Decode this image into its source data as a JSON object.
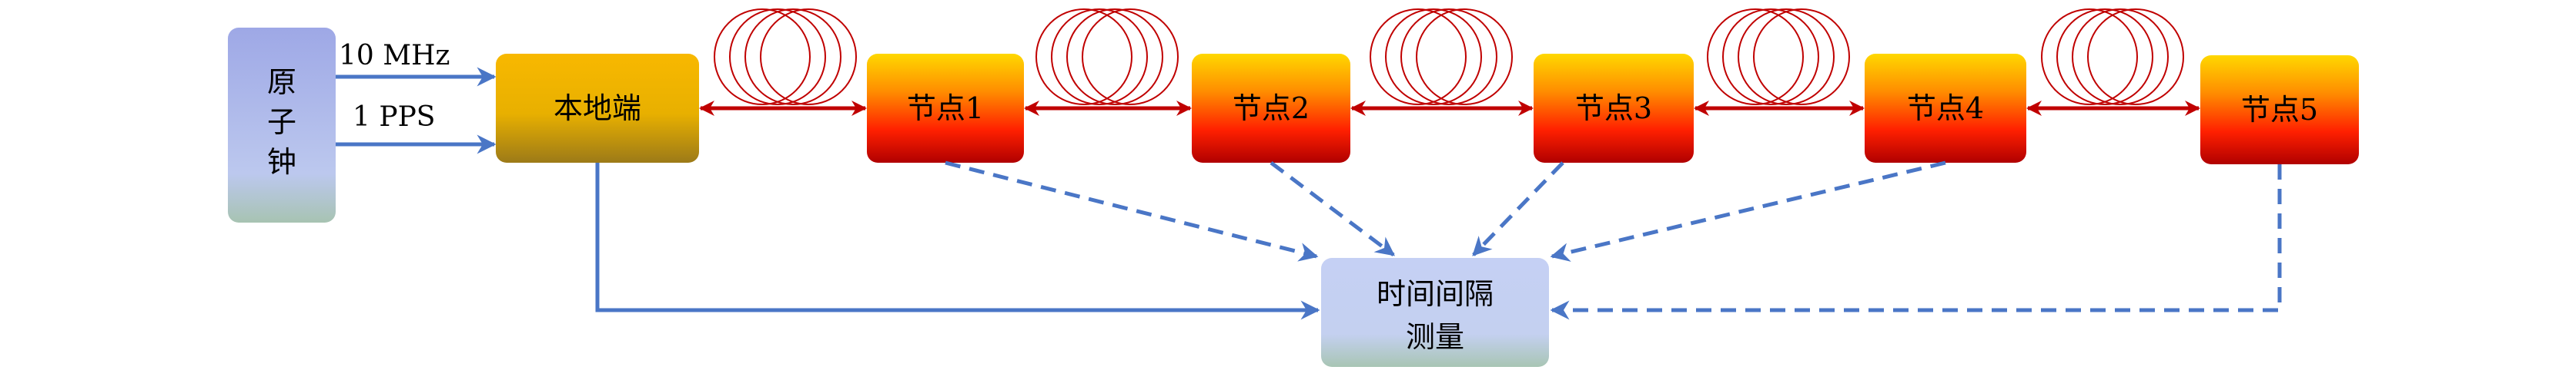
{
  "atomic_clock": {
    "label_lines": [
      "原",
      "子",
      "钟"
    ]
  },
  "signals": {
    "freq_label": "10 MHz",
    "pps_label": "1 PPS"
  },
  "local_end": {
    "label": "本地端"
  },
  "nodes": [
    {
      "label": "节点1"
    },
    {
      "label": "节点2"
    },
    {
      "label": "节点3"
    },
    {
      "label": "节点4"
    },
    {
      "label": "节点5"
    }
  ],
  "measurement": {
    "label_lines": [
      "时间间隔",
      "测量"
    ]
  },
  "colors": {
    "arrow_blue": "#4a76c6",
    "fiber_red": "#c00000",
    "clock_box_top": "#9ea8e6",
    "clock_box_bottom": "#a7c3b2",
    "local_box_top": "#f4b400",
    "local_box_bottom": "#a07c10",
    "node_box_top": "#ffd200",
    "node_box_bottom": "#c00000",
    "measure_box_top": "#c5d0f4",
    "measure_box_bottom": "#a8c5b4"
  }
}
